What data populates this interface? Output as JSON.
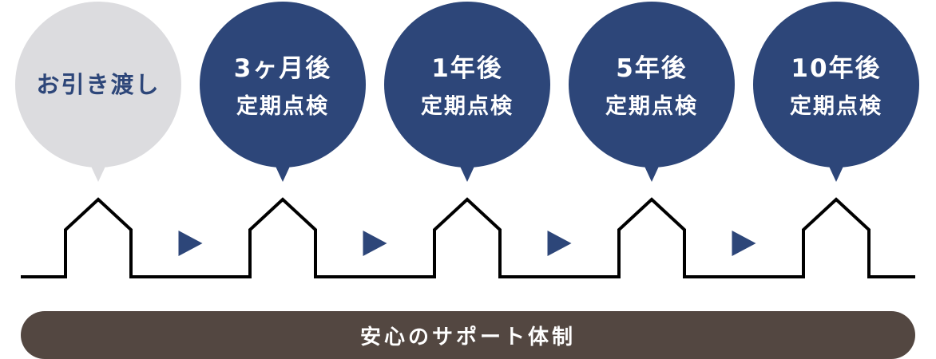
{
  "colors": {
    "primary": "#2d4679",
    "past": "#dcdcdf",
    "past_text": "#2d4679",
    "line": "#000000",
    "arrow": "#2d4679",
    "banner": "#534741",
    "banner_text": "#ffffff"
  },
  "milestones": [
    {
      "line1": "お引き渡し",
      "line2": "",
      "state": "past"
    },
    {
      "line1": "3ヶ月後",
      "line2": "定期点検",
      "state": "future"
    },
    {
      "line1": "1年後",
      "line2": "定期点検",
      "state": "future"
    },
    {
      "line1": "5年後",
      "line2": "定期点検",
      "state": "future"
    },
    {
      "line1": "10年後",
      "line2": "定期点検",
      "state": "future"
    }
  ],
  "banner": {
    "label": "安心のサポート体制"
  }
}
